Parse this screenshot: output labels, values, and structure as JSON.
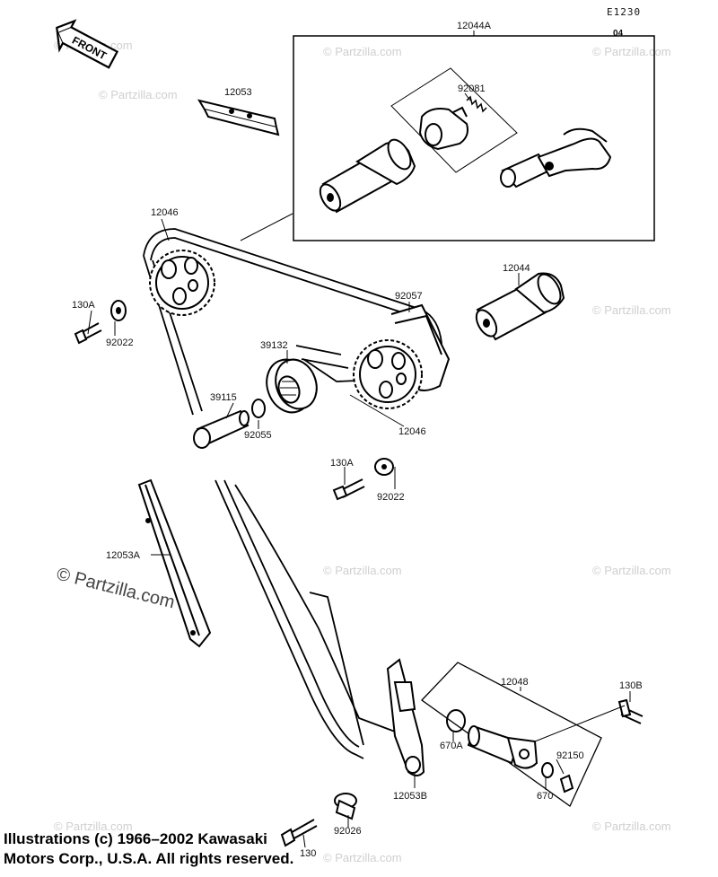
{
  "diagram": {
    "illustration_code": "E1230",
    "revision": "04",
    "front_arrow_text": "FRONT",
    "parts": [
      {
        "label": "12044A"
      },
      {
        "label": "92081"
      },
      {
        "label": "12053"
      },
      {
        "label": "12046"
      },
      {
        "label": "92057"
      },
      {
        "label": "12044"
      },
      {
        "label": "130A"
      },
      {
        "label": "92022"
      },
      {
        "label": "39132"
      },
      {
        "label": "39115"
      },
      {
        "label": "92055"
      },
      {
        "label": "12046"
      },
      {
        "label": "130A"
      },
      {
        "label": "92022"
      },
      {
        "label": "12053A"
      },
      {
        "label": "12048"
      },
      {
        "label": "130B"
      },
      {
        "label": "670A"
      },
      {
        "label": "92150"
      },
      {
        "label": "670"
      },
      {
        "label": "12053B"
      },
      {
        "label": "92026"
      },
      {
        "label": "130"
      }
    ],
    "watermark_text": "© Partzilla.com"
  },
  "copyright": {
    "line1": "Illustrations (c) 1966–2002 Kawasaki",
    "line2": "Motors Corp., U.S.A.  All rights reserved."
  }
}
